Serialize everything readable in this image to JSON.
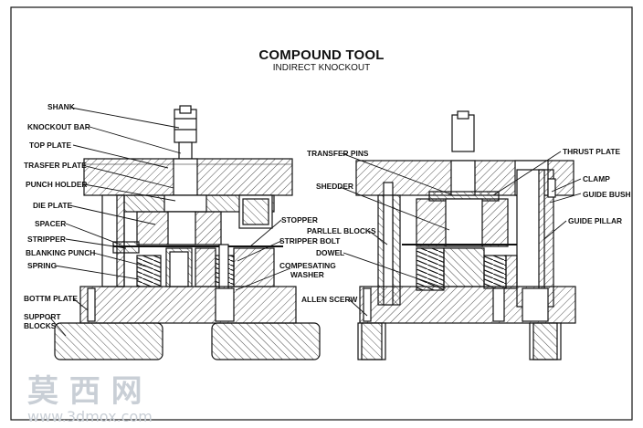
{
  "title": "COMPOUND TOOL",
  "subtitle": "INDIRECT KNOCKOUT",
  "labels_left": {
    "shank": "SHANK",
    "knockout_bar": "KNOCKOUT BAR",
    "top_plate": "TOP PLATE",
    "trasfer_plate": "TRASFER PLATE",
    "punch_holder": "PUNCH HOLDER",
    "die_plate": "DIE PLATE",
    "spacer": "SPACER",
    "stripper": "STRIPPER",
    "blanking_punch": "BLANKING PUNCH",
    "spring": "SPRING",
    "bottm_plate": "BOTTM PLATE",
    "support_blocks_1": "SUPPORT",
    "support_blocks_2": "BLOCKS"
  },
  "labels_middle": {
    "stopper": "STOPPER",
    "stripper_bolt": "STRIPPER BOLT",
    "compesating_1": "COMPESATING",
    "compesating_2": "WASHER",
    "transfer_pins": "TRANSFER PINS",
    "shedder": "SHEDDER",
    "parllel_blocks": "PARLLEL BLOCKS",
    "dowel": "DOWEL",
    "allen_scerw": "ALLEN SCERW"
  },
  "labels_right": {
    "thrust_plate": "THRUST PLATE",
    "clamp": "CLAMP",
    "guide_bush": "GUIDE BUSH",
    "guide_pillar": "GUIDE PILLAR"
  },
  "watermark": {
    "cn": "莫 西 网",
    "url": "www.3dmox.com"
  },
  "colors": {
    "line": "#111111",
    "hatch": "#222222",
    "background": "#ffffff",
    "watermark": "#c9cfd6"
  }
}
